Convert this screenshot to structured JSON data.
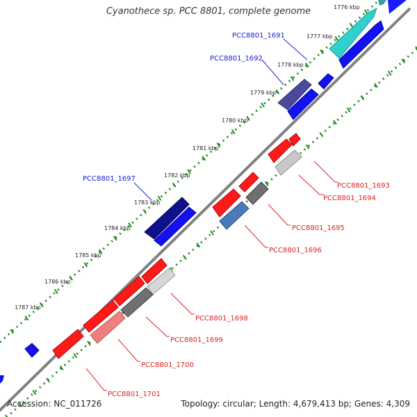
{
  "title": "Cyanothece sp. PCC 8801, complete genome",
  "footer": {
    "accession": "Accession: NC_011726",
    "topology": "Topology: circular; Length: 4,679,413 bp; Genes: 4,309"
  },
  "colors": {
    "backbone": "#808080",
    "tick_ring": "#1a8a1a",
    "forward_label": "#1a1ad6",
    "reverse_label": "#e02020"
  },
  "ticks": [
    "1776 kbp",
    "1777 kbp",
    "1778 kbp",
    "1779 kbp",
    "1780 kbp",
    "1781 kbp",
    "1782 kbp",
    "1783 kbp",
    "1784 kbp",
    "1785 kbp",
    "1786 kbp",
    "1787 kbp"
  ],
  "forward_labels": [
    {
      "id": "fwd-1691",
      "text": "PCC8801_1691"
    },
    {
      "id": "fwd-1692",
      "text": "PCC8801_1692"
    },
    {
      "id": "fwd-1697",
      "text": "PCC8801_1697"
    }
  ],
  "reverse_labels": [
    {
      "id": "rev-1693",
      "text": "PCC8801_1693"
    },
    {
      "id": "rev-1694",
      "text": "PCC8801_1694"
    },
    {
      "id": "rev-1695",
      "text": "PCC8801_1695"
    },
    {
      "id": "rev-1696",
      "text": "PCC8801_1696"
    },
    {
      "id": "rev-1698",
      "text": "PCC8801_1698"
    },
    {
      "id": "rev-1699",
      "text": "PCC8801_1699"
    },
    {
      "id": "rev-1700",
      "text": "PCC8801_1700"
    },
    {
      "id": "rev-1701",
      "text": "PCC8801_1701"
    }
  ]
}
